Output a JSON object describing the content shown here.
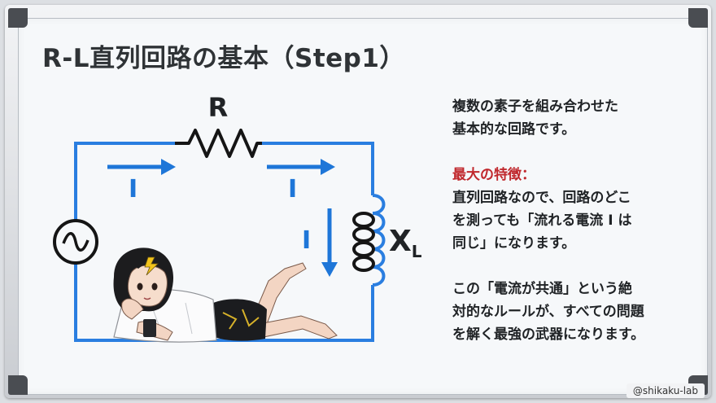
{
  "title": "R-L直列回路の基本（Step1）",
  "circuit": {
    "resistor_label": "R",
    "inductor_label": "X",
    "inductor_subscript": "L",
    "current_label": "I",
    "source_symbol": "∿"
  },
  "description": {
    "intro": "複数の素子を組み合わせた\n基本的な回路です。",
    "feature_heading": "最大の特徴：",
    "feature_body": "直列回路なので、回路のどこ\nを測っても「流れる電流 I は\n同じ」になります。",
    "conclusion": "この「電流が共通」という絶\n対的なルールが、すべての問題\nを解く最強の武器になります。"
  },
  "credit": "@shikaku-lab",
  "colors": {
    "wire": "#2a7ee0",
    "current": "#1e76d8",
    "accent": "#c0282d",
    "text": "#202326"
  }
}
